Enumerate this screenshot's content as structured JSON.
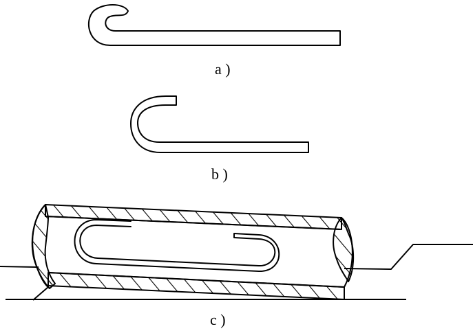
{
  "figure": {
    "captions": {
      "a": "a )",
      "b": "b )",
      "c": "c )"
    },
    "stroke_color": "#000000",
    "background": "#ffffff"
  }
}
